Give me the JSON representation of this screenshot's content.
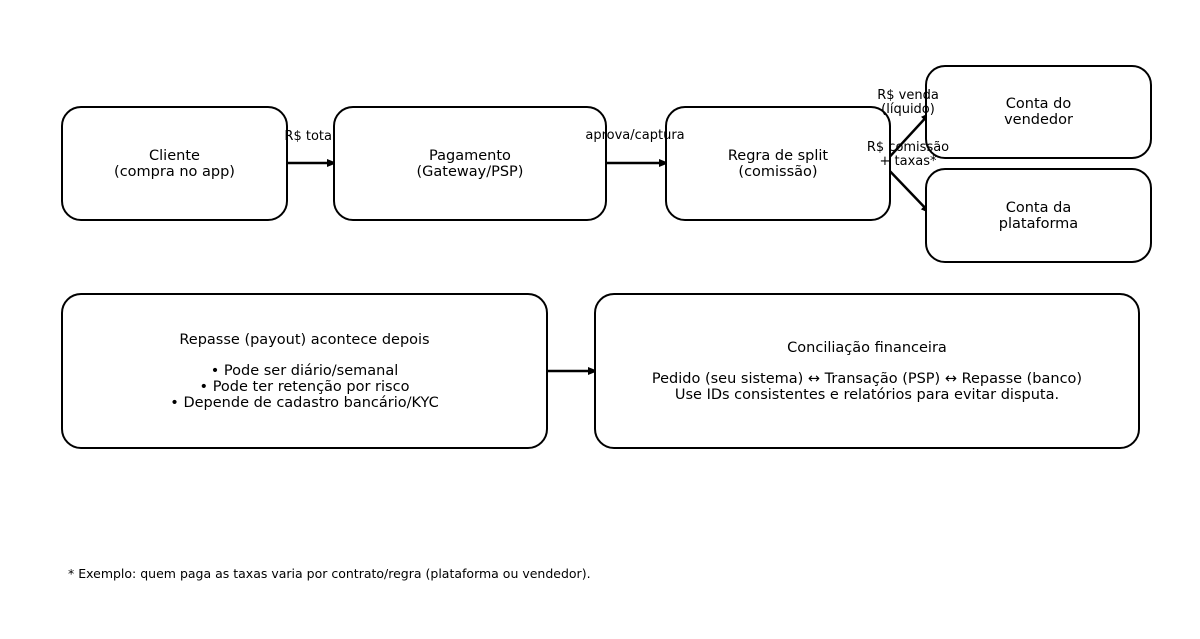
{
  "nodes": {
    "cliente": {
      "lines": [
        "Cliente",
        "(compra no app)"
      ]
    },
    "pagamento": {
      "lines": [
        "Pagamento",
        "(Gateway/PSP)"
      ]
    },
    "split": {
      "lines": [
        "Regra de split",
        "(comissão)"
      ]
    },
    "vendedor": {
      "lines": [
        "Conta do",
        "vendedor"
      ]
    },
    "plataforma": {
      "lines": [
        "Conta da",
        "plataforma"
      ]
    },
    "repasse": {
      "title": "Repasse (payout) acontece depois",
      "bullets": [
        "• Pode ser diário/semanal",
        "• Pode ter retenção por risco",
        "• Depende de cadastro bancário/KYC"
      ]
    },
    "conciliacao": {
      "title": "Conciliação financeira",
      "lines": [
        "Pedido (seu sistema) ↔ Transação (PSP) ↔ Repasse (banco)",
        "Use IDs consistentes e relatórios para evitar disputa."
      ]
    }
  },
  "edges": {
    "cliente_pagamento": {
      "label": "R$ total"
    },
    "pagamento_split": {
      "label": "aprova/captura"
    },
    "split_vendedor": {
      "lines": [
        "R$ venda",
        "(líquido)"
      ]
    },
    "split_plataforma": {
      "lines": [
        "R$ comissão",
        "+ taxas*"
      ]
    }
  },
  "footnote": "* Exemplo: quem paga as taxas varia por contrato/regra (plataforma ou vendedor)."
}
